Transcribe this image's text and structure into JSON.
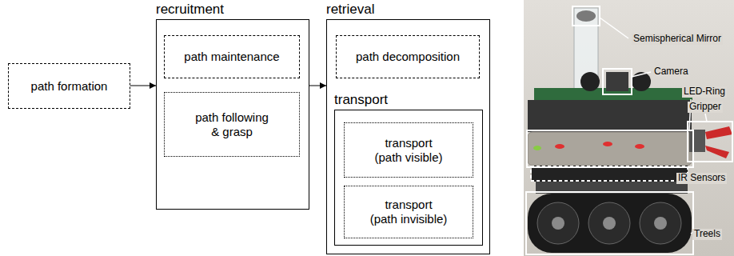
{
  "diagram": {
    "nodes": [
      {
        "text": [
          "path formation"
        ]
      },
      {
        "text": [
          "recruitment"
        ]
      },
      {
        "text": [
          "path maintenance"
        ],
        "in": 1
      },
      {
        "text": [
          "path following & grasp"
        ],
        "in": 1
      },
      {
        "text": [
          "retrieval"
        ]
      },
      {
        "text": [
          "path decomposition"
        ],
        "in": 4
      },
      {
        "text": [
          "transport"
        ],
        "in": 4
      },
      {
        "text": [
          "transport (path visible)"
        ],
        "in": 6
      },
      {
        "text": [
          "transport (path invisible)"
        ],
        "in": 6
      }
    ],
    "edges": [
      {
        "from": 0,
        "to": 1,
        "arrow": "to"
      },
      {
        "from": 1,
        "to": 4,
        "arrow": "to"
      }
    ],
    "labels": [
      "Semispherical Mirror",
      "Camera",
      "LED-Ring",
      "Gripper",
      "IR Sensors",
      "Treels"
    ]
  }
}
